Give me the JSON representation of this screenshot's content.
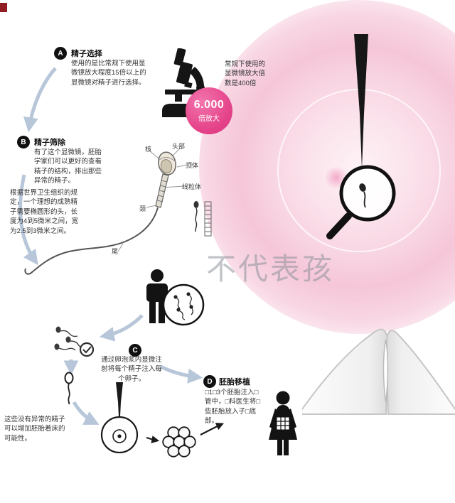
{
  "watermark": "不代表孩",
  "badge": {
    "value": "6.000",
    "unit": "倍放大"
  },
  "micro_note": "常规下使用的显微镜放大倍数是400倍",
  "steps": {
    "a": {
      "letter": "A",
      "title": "精子选择",
      "body": "使用的是比常规下使用显微镜放大程度15倍以上的显微镜对精子进行选择。"
    },
    "b": {
      "letter": "B",
      "title": "精子筛除",
      "body1": "有了这个显微镜，胚胎学家们可以更好的查看精子的结构，排出那些异常的精子。",
      "body2": "根据世界卫生组织的规定，一个理想的成熟精子需要椭圆形的头，长度为4到5微米之间，宽为2.5到3微米之间。"
    },
    "c": {
      "letter": "C",
      "body": "通过卵泡浆内显微注射将每个精子注入每个卵子。"
    },
    "d": {
      "letter": "D",
      "title": "胚胎移植",
      "body": "□1□3个胚胎注入□管中，□科医生将□些胚胎放入子□底部。"
    }
  },
  "sperm_labels": {
    "nucleus": "核",
    "head": "头部",
    "acrosome": "顶体",
    "mitochondria": "线粒体",
    "neck": "颈",
    "tail": "尾"
  },
  "note": "这些没有异常的精子可以增加胚胎着床的可能性。",
  "colors": {
    "arrow": "#b7c6d9",
    "badge_pink": "#e54389",
    "egg_pink": "#f5c6d8"
  },
  "icons": [
    "microscope-icon",
    "injection-needle-icon",
    "magnifier-sperm-icon",
    "sperm-diagram",
    "scale-ruler-icon",
    "man-icon",
    "petri-dish-icon",
    "selected-sperm-icon",
    "checkmark-icon",
    "single-sperm-icon",
    "egg-injection-icon",
    "embryo-icon",
    "woman-icon",
    "uterus-icon"
  ]
}
